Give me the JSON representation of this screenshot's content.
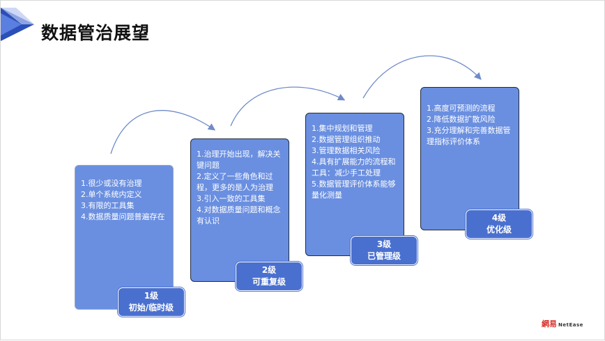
{
  "title": "数据管治展望",
  "levels": [
    {
      "badge_num": "1级",
      "badge_name": "初始/临时级",
      "items": [
        "1.很少或没有治理",
        "2.单个系统内定义",
        "3.有限的工具集",
        "4.数据质量问题普遍存在"
      ]
    },
    {
      "badge_num": "2级",
      "badge_name": "可重复级",
      "items": [
        "1.治理开始出现，解决关键问题",
        "2.定义了一些角色和过程，更多的是人为治理",
        "3.引入一致的工具集",
        "4.对数据质量问题和概念有认识"
      ]
    },
    {
      "badge_num": "3级",
      "badge_name": "已管理级",
      "items": [
        "1.集中规划和管理",
        "2.数据管理组织推动",
        "3.管理数据相关风险",
        "4.具有扩展能力的流程和工具：减少手工处理",
        "5.数据管理评价体系能够量化测量"
      ]
    },
    {
      "badge_num": "4级",
      "badge_name": "优化级",
      "items": [
        "1.高度可预测的流程",
        "2.降低数据扩散风险",
        "3.充分理解和完善数据管理指标评价体系"
      ]
    }
  ],
  "logo": {
    "cn": "網易",
    "en": "NetEase"
  },
  "colors": {
    "box": "#6a8fe0",
    "badge": "#4a70cf",
    "arc": "#6f8bc9",
    "brand": "#d9302b"
  }
}
